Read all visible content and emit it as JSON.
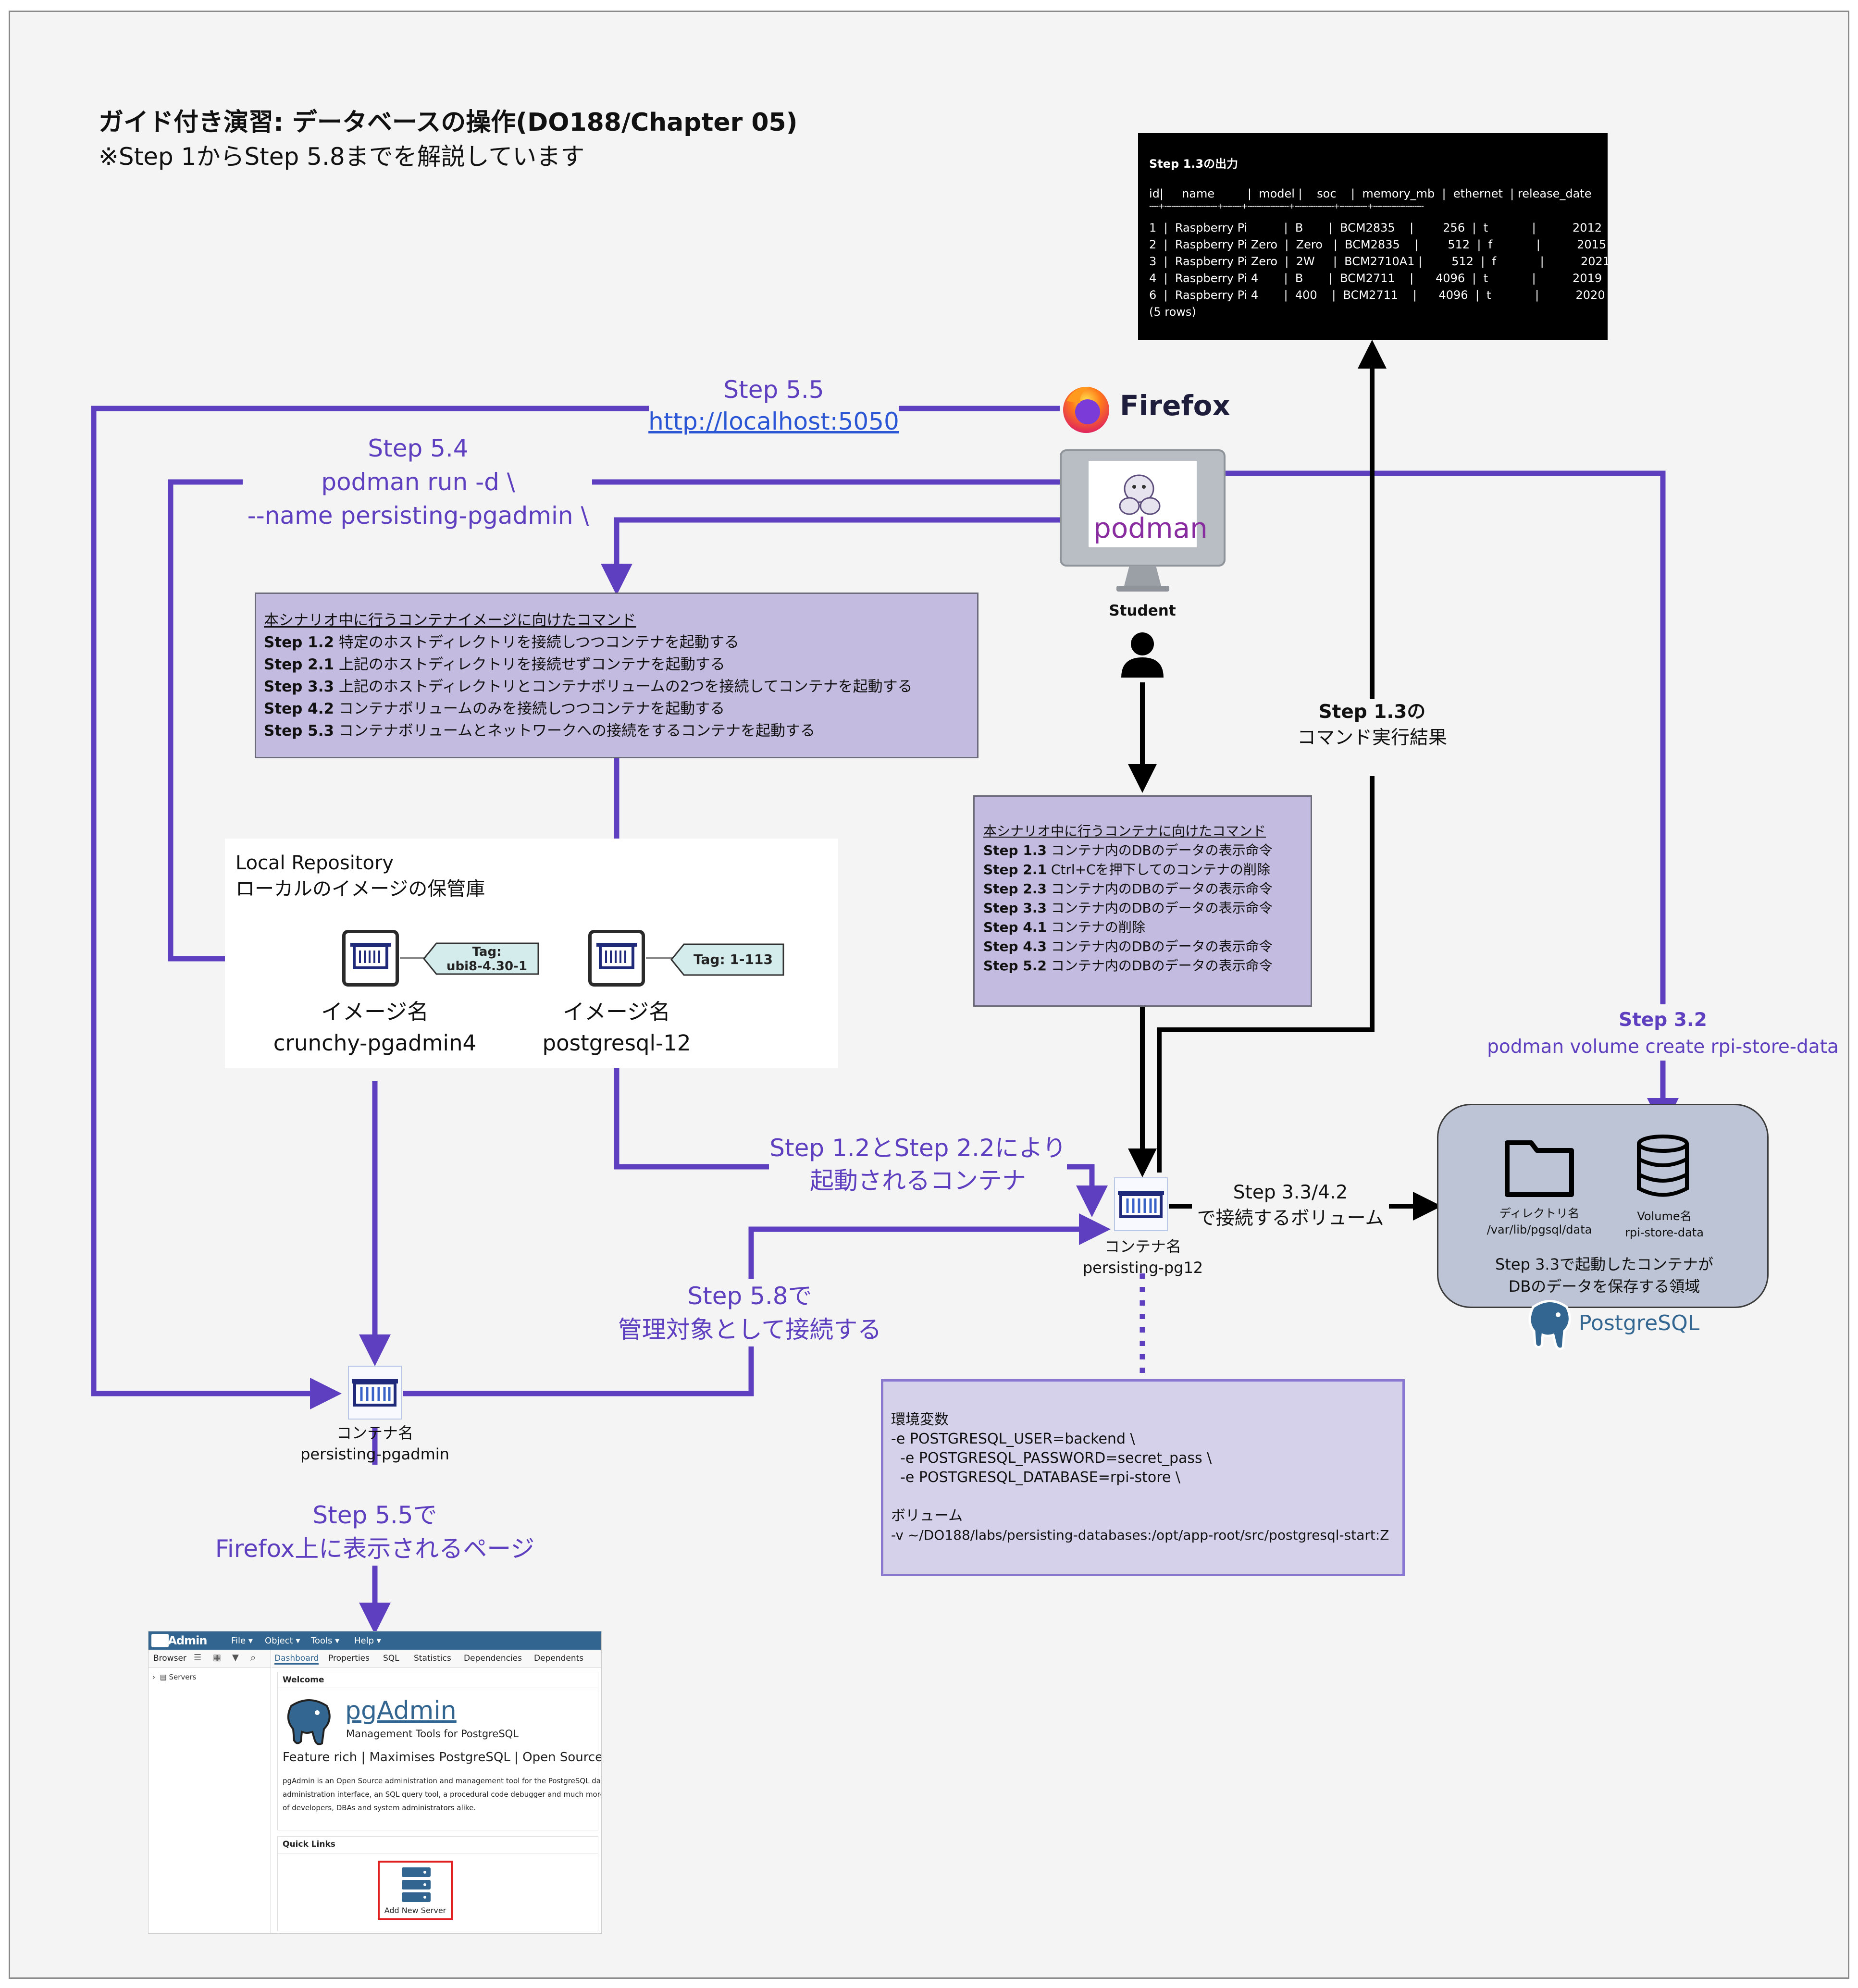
{
  "title": "ガイド付き演習: データベースの操作(DO188/Chapter 05)",
  "subtitle": "※Step 1からStep 5.8までを解説しています",
  "output_box": {
    "heading": "Step 1.3の出力",
    "header": "id|     name         |  model |    soc    |  memory_mb  |  ethernet  | release_date",
    "rule": "----+-----------------------+--------+------------------+-----------------+------------+----------------------",
    "rows": [
      "1  |  Raspberry Pi          |  B       |  BCM2835    |        256  |  t            |          2012",
      "2  |  Raspberry Pi Zero  |  Zero   |  BCM2835    |        512  |  f            |          2015",
      "3  |  Raspberry Pi Zero  |  2W     |  BCM2710A1 |        512  |  f            |          2021",
      "4  |  Raspberry Pi 4       |  B       |  BCM2711    |      4096  |  t            |          2019",
      "6  |  Raspberry Pi 4       |  400    |  BCM2711    |      4096  |  t            |          2020"
    ],
    "footer": "(5 rows)"
  },
  "firefox": {
    "label": "Firefox",
    "icon": "firefox-logo-icon"
  },
  "monitor": {
    "label": "podman",
    "icon": "podman-monitor-icon"
  },
  "student": {
    "label": "Student",
    "icon": "person-icon"
  },
  "step55": {
    "line1": "Step 5.5",
    "link": "http://localhost:5050"
  },
  "step54": {
    "line1": "Step 5.4",
    "line2": "podman run -d \\",
    "line3": "--name persisting-pgadmin \\"
  },
  "image_commands": {
    "heading": "本シナリオ中に行うコンテナイメージに向けたコマンド",
    "items": [
      {
        "step": "Step 1.2",
        "text": " 特定のホストディレクトリを接続しつつコンテナを起動する"
      },
      {
        "step": "Step 2.1",
        "text": " 上記のホストディレクトリを接続せずコンテナを起動する"
      },
      {
        "step": "Step 3.3",
        "text": " 上記のホストディレクトリとコンテナボリュームの2つを接続してコンテナを起動する"
      },
      {
        "step": "Step 4.2",
        "text": " コンテナボリュームのみを接続しつつコンテナを起動する"
      },
      {
        "step": "Step 5.3",
        "text": " コンテナボリュームとネットワークへの接続をするコンテナを起動する"
      }
    ]
  },
  "container_commands": {
    "heading": "本シナリオ中に行うコンテナに向けたコマンド",
    "items": [
      {
        "step": "Step 1.3",
        "text": " コンテナ内のDBのデータの表示命令"
      },
      {
        "step": "Step 2.1",
        "text": " Ctrl+Cを押下してのコンテナの削除"
      },
      {
        "step": "Step 2.3",
        "text": " コンテナ内のDBのデータの表示命令"
      },
      {
        "step": "Step 3.3",
        "text": " コンテナ内のDBのデータの表示命令"
      },
      {
        "step": "Step 4.1",
        "text": " コンテナの削除"
      },
      {
        "step": "Step 4.3",
        "text": " コンテナ内のDBのデータの表示命令"
      },
      {
        "step": "Step 5.2",
        "text": " コンテナ内のDBのデータの表示命令"
      }
    ]
  },
  "step13_result": {
    "line1": "Step 1.3の",
    "line2": "コマンド実行結果"
  },
  "local_repo": {
    "line1": "Local Repository",
    "line2": "ローカルのイメージの保管庫",
    "images": [
      {
        "label": "イメージ名",
        "name": "crunchy-pgadmin4",
        "tag": "Tag:\nubi8-4.30-1"
      },
      {
        "label": "イメージ名",
        "name": "postgresql-12",
        "tag": "Tag: 1-113"
      }
    ]
  },
  "step32": {
    "line1": "Step 3.2",
    "line2": "podman volume create rpi-store-data"
  },
  "step12_22": {
    "line1": "Step 1.2とStep 2.2により",
    "line2": "起動されるコンテナ"
  },
  "step33_42": {
    "line1": "Step 3.3/4.2",
    "line2": "で接続するボリューム"
  },
  "pg_container": {
    "label": "コンテナ名",
    "name": "persisting-pg12"
  },
  "pgadmin_container": {
    "label": "コンテナ名",
    "name": "persisting-pgadmin"
  },
  "step58": {
    "line1": "Step 5.8で",
    "line2": "管理対象として接続する"
  },
  "step55_page": {
    "line1": "Step 5.5で",
    "line2": "Firefox上に表示されるページ"
  },
  "storage": {
    "dir_label": "ディレクトリ名",
    "dir_path": "/var/lib/pgsql/data",
    "vol_label": "Volume名",
    "vol_name": "rpi-store-data",
    "caption1": "Step 3.3で起動したコンテナが",
    "caption2": "DBのデータを保存する領域",
    "logo": "PostgreSQL"
  },
  "env_box": {
    "lines": [
      "環境変数",
      "-e POSTGRESQL_USER=backend \\",
      "  -e POSTGRESQL_PASSWORD=secret_pass \\",
      "  -e POSTGRESQL_DATABASE=rpi-store \\",
      "",
      "ボリューム",
      "-v ~/DO188/labs/persisting-databases:/opt/app-root/src/postgresql-start:Z"
    ]
  },
  "pgadmin_page": {
    "logo": "pgAdmin",
    "menus": [
      "File ▾",
      "Object ▾",
      "Tools ▾",
      "Help ▾"
    ],
    "browser": "Browser",
    "tabs": [
      "Dashboard",
      "Properties",
      "SQL",
      "Statistics",
      "Dependencies",
      "Dependents"
    ],
    "tree_item": "Servers",
    "welcome": "Welcome",
    "app_name": "pgAdmin",
    "app_sub": "Management Tools for PostgreSQL",
    "tagline": "Feature rich | Maximises PostgreSQL | Open Source",
    "desc1": "pgAdmin is an Open Source administration and management tool for the PostgreSQL database. It includes a graphical",
    "desc2": "administration interface, an SQL query tool, a procedural code debugger and much more. The tool is designed to answer the needs",
    "desc3": "of developers, DBAs and system administrators alike.",
    "quick_links": "Quick Links",
    "add_server": "Add New Server"
  },
  "colors": {
    "accent": "#5d3fbf",
    "lavender": "#c4bce0",
    "storage": "#bcc4d6",
    "black": "#000000",
    "tag": "#d4ecec"
  }
}
